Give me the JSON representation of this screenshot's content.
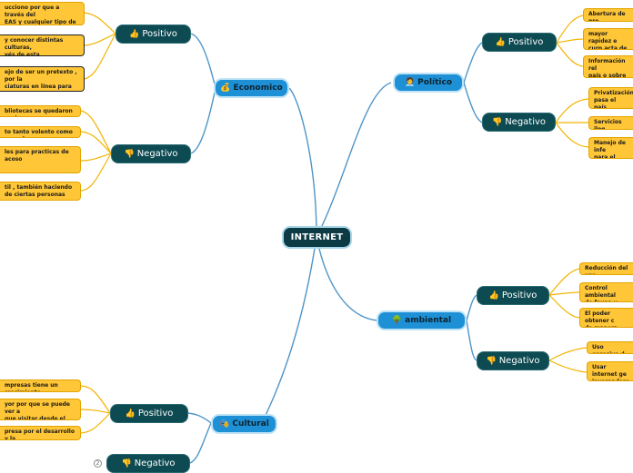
{
  "central": "INTERNET",
  "icons": {
    "positivo": "thumbs-up-icon",
    "negativo": "thumbs-down-icon",
    "economico": "money-bag-icon",
    "politico": "politician-icon",
    "ambiental": "tree-icon",
    "cultural": "culture-icon"
  },
  "colors": {
    "central": "#0c3b45",
    "main": "#1e90d6",
    "sub": "#0d4a52",
    "leaf": "#ffc637",
    "line": "#4f95c8"
  },
  "economico": {
    "label": "Economico",
    "positivo": {
      "label": "Positivo",
      "items": [
        "ucciono por que a través del\nEAS y cualquier tipo de",
        "y conocer distintas culturas,\nvés de esta herramienta sin la",
        "ejo de ser un pretexto , por la\nciaturas en línea para la\nnal."
      ]
    },
    "negativo": {
      "label": "Negativo",
      "items": [
        "bliotecas se quedaron vacias",
        "to tanto volento como sexual",
        "les para practicas de acoso",
        "til , también haciendo\nde ciertas personas"
      ]
    }
  },
  "politico": {
    "label": "Político",
    "positivo": {
      "label": "Positivo",
      "items": [
        "Abertura de pro",
        "mayor rapidez e\ncurp,acta de na",
        "Información rel\npaís o sobre le"
      ]
    },
    "negativo": {
      "label": "Negativo",
      "items": [
        "Privatización\npasa el país",
        "Servicios ileg",
        "Manejo de infe\npara el bien d"
      ]
    }
  },
  "ambiental": {
    "label": "ambiental",
    "positivo": {
      "label": "Positivo",
      "items": [
        "Reducción del uso",
        "Control ambiental\nde fauna y flora",
        "El poder obtener c\nde manera sustent"
      ]
    },
    "negativo": {
      "label": "Negativo",
      "items": [
        "Uso excesivo d",
        "Usar internet ge\ninvernadero de"
      ]
    }
  },
  "cultural": {
    "label": "Cultural",
    "positivo": {
      "label": "Positivo",
      "items": [
        "mpresas tiene un crecimiento",
        "yor por que se puede ver a\nque visitar desde el internet",
        "presa por el desarrollo y la"
      ]
    },
    "negativo": {
      "label": "Negativo",
      "badge": "2"
    }
  }
}
